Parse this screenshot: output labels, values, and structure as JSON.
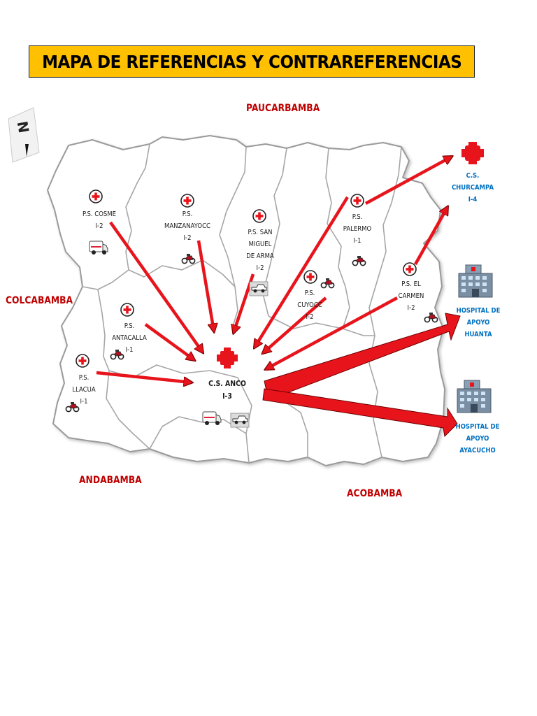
{
  "title": "MAPA DE REFERENCIAS Y CONTRAREFERENCIAS",
  "compass": {
    "letter": "N",
    "icon": "north-arrow-icon"
  },
  "regions": {
    "north": "PAUCARBAMBA",
    "west": "COLCABAMBA",
    "southwest": "ANDABAMBA",
    "south": "ACOBAMBA"
  },
  "facilities": {
    "cosme": "P.S. COSME\nI-2",
    "manzanayocc": "P.S.\nMANZANAYOCC\nI-2",
    "san_miguel": "P.S. SAN\nMIGUEL\nDE ARMA\nI-2",
    "palermo": "P.S.\nPALERMO\nI-1",
    "cuyocc": "P.S.\nCUYOCC\nI-2",
    "el_carmen": "P.S.  EL\nCARMEN\nI-2",
    "antacalla": "P.S.\nANTACALLA\nI-1",
    "llacua": "P.S.\nLLACUA\nI-1",
    "anco": "C.S. ANCO\nI-3"
  },
  "referral_centers": {
    "churcampa": "C.S.\nCHURCAMPA\nI-4",
    "huanta": "HOSPITAL DE\nAPOYO\nHUANTA",
    "ayacucho": "HOSPITAL DE\nAPOYO\nAYACUCHO"
  },
  "colors": {
    "title_bg": "#ffc000",
    "arrow": "#e8141c",
    "cross": "#e8141c",
    "region_text": "#c00000",
    "hospital_text": "#0070c0",
    "border": "#9a9a9a"
  },
  "icons": [
    "red-cross-icon",
    "ambulance-icon",
    "motorcycle-icon",
    "pickup-truck-icon",
    "hospital-building-icon"
  ]
}
